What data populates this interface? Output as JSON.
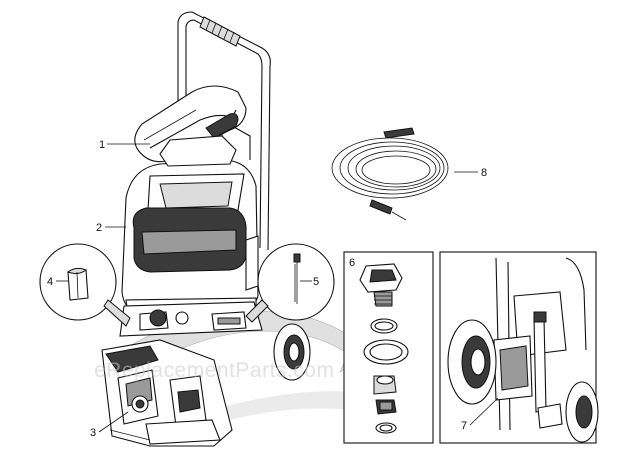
{
  "callouts": {
    "c1": "1",
    "c2": "2",
    "c3": "3",
    "c4": "4",
    "c5": "5",
    "c6": "6",
    "c7": "7",
    "c8": "8"
  },
  "watermark": "eReplacementParts.com",
  "colors": {
    "line": "#111111",
    "shade_dark": "#3a3a3a",
    "shade_mid": "#9a9a9a",
    "watermark": "#c9c9c9"
  }
}
